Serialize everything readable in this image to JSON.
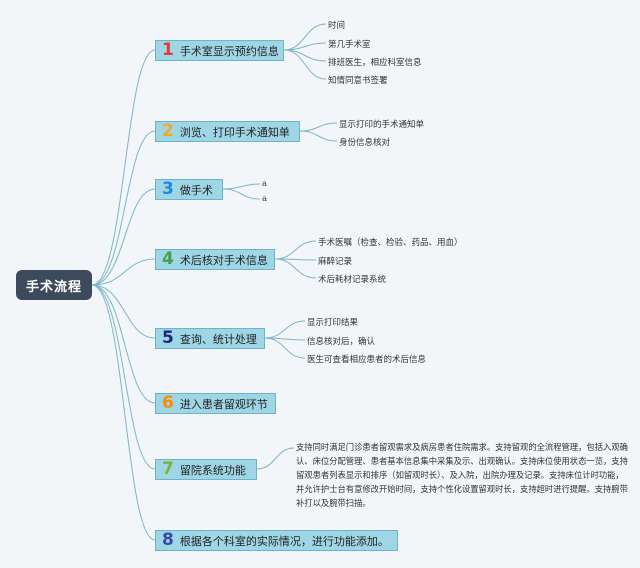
{
  "root": {
    "label": "手术流程"
  },
  "nodes": [
    {
      "num": "1",
      "color": "#e53935",
      "label": "手术室显示预约信息",
      "children": [
        "时间",
        "第几手术室",
        "排班医生，相应科室信息",
        "知情同意书签署"
      ]
    },
    {
      "num": "2",
      "color": "#f5a623",
      "label": "浏览、打印手术通知单",
      "children": [
        "显示打印的手术通知单",
        "身份信息核对"
      ]
    },
    {
      "num": "3",
      "color": "#1e88e5",
      "label": "做手术",
      "children": [
        "a",
        "a"
      ]
    },
    {
      "num": "4",
      "color": "#43a047",
      "label": "术后核对手术信息",
      "children": [
        "手术医嘱（检查、检验、药品、用血）",
        "麻醉记录",
        "术后耗材记录系统"
      ]
    },
    {
      "num": "5",
      "color": "#1a237e",
      "label": "查询、统计处理",
      "children": [
        "显示打印结果",
        "信息核对后，确认",
        "医生可查看相应患者的术后信息"
      ]
    },
    {
      "num": "6",
      "color": "#fb8c00",
      "label": "进入患者留观环节",
      "children": []
    },
    {
      "num": "7",
      "color": "#7cb342",
      "label": "留院系统功能",
      "paragraph": "支持同时满足门诊患者留观需求及病房患者住院需求。支持留观的全流程管理，包括入观确认、床位分配管理、患者基本信息集中采集及示、出观确认。支持床位使用状态一览，支持留观患者列表显示和排序（如留观时长）、及入院，出院办理及记录。支持床位计时功能，并允许护士台有意修改开始时间，支持个性化设置留观时长，支持超时进行提醒。支持腕带补打以及腕带扫描。"
    },
    {
      "num": "8",
      "color": "#3949ab",
      "label": "根据各个科室的实际情况，进行功能添加。",
      "children": []
    }
  ]
}
